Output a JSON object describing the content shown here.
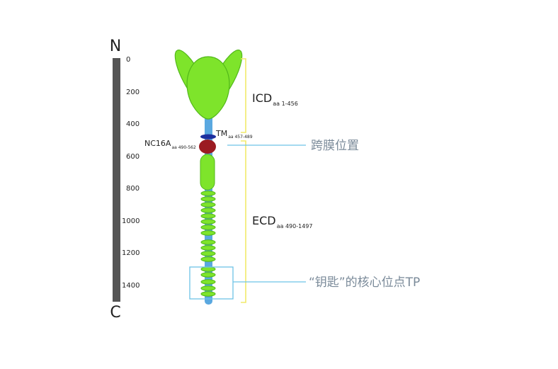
{
  "scale": {
    "top_label": "N",
    "bottom_label": "C",
    "ticks": [
      "0",
      "200",
      "400",
      "600",
      "800",
      "1000",
      "1200",
      "1400"
    ]
  },
  "domains": {
    "icd": {
      "name": "ICD",
      "sub": "aa 1-456"
    },
    "tm": {
      "name": "TM",
      "sub": "aa 457-489"
    },
    "nc16a": {
      "name": "NC16A",
      "sub": "aa 490-562"
    },
    "ecd": {
      "name": "ECD",
      "sub": "aa 490-1497"
    }
  },
  "annotations": {
    "transmembrane": "跨膜位置",
    "key_site": "“钥匙”的核心位点TP"
  },
  "colors": {
    "scale_bar": "#555555",
    "green": "#7ee42b",
    "green_outline": "#52b81a",
    "stalk_blue": "#5aa8e0",
    "tm_blue": "#1c2f9e",
    "nc16a_red": "#9b1b22",
    "bracket_yellow": "#f2ea6b",
    "callout_blue": "#6ec3e6"
  }
}
